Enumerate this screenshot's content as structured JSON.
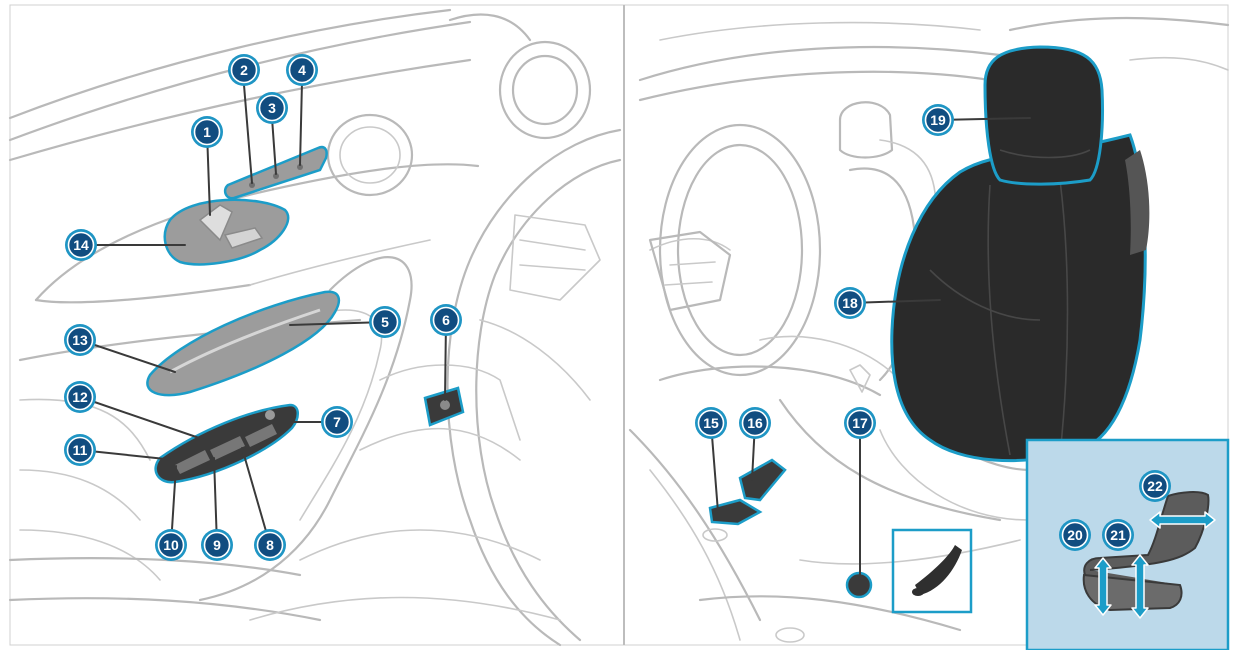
{
  "callouts": [
    {
      "id": "1",
      "label": "1"
    },
    {
      "id": "2",
      "label": "2"
    },
    {
      "id": "3",
      "label": "3"
    },
    {
      "id": "4",
      "label": "4"
    },
    {
      "id": "5",
      "label": "5"
    },
    {
      "id": "6",
      "label": "6"
    },
    {
      "id": "7",
      "label": "7"
    },
    {
      "id": "8",
      "label": "8"
    },
    {
      "id": "9",
      "label": "9"
    },
    {
      "id": "10",
      "label": "10"
    },
    {
      "id": "11",
      "label": "11"
    },
    {
      "id": "12",
      "label": "12"
    },
    {
      "id": "13",
      "label": "13"
    },
    {
      "id": "14",
      "label": "14"
    },
    {
      "id": "15",
      "label": "15"
    },
    {
      "id": "16",
      "label": "16"
    },
    {
      "id": "17",
      "label": "17"
    },
    {
      "id": "18",
      "label": "18"
    },
    {
      "id": "19",
      "label": "19"
    },
    {
      "id": "20",
      "label": "20"
    },
    {
      "id": "21",
      "label": "21"
    },
    {
      "id": "22",
      "label": "22"
    }
  ],
  "colors": {
    "accent": "#1c9dc8",
    "callout_fill": "#114d80",
    "inset_background": "#bcd9ea",
    "seat": "#2a2a2a"
  }
}
